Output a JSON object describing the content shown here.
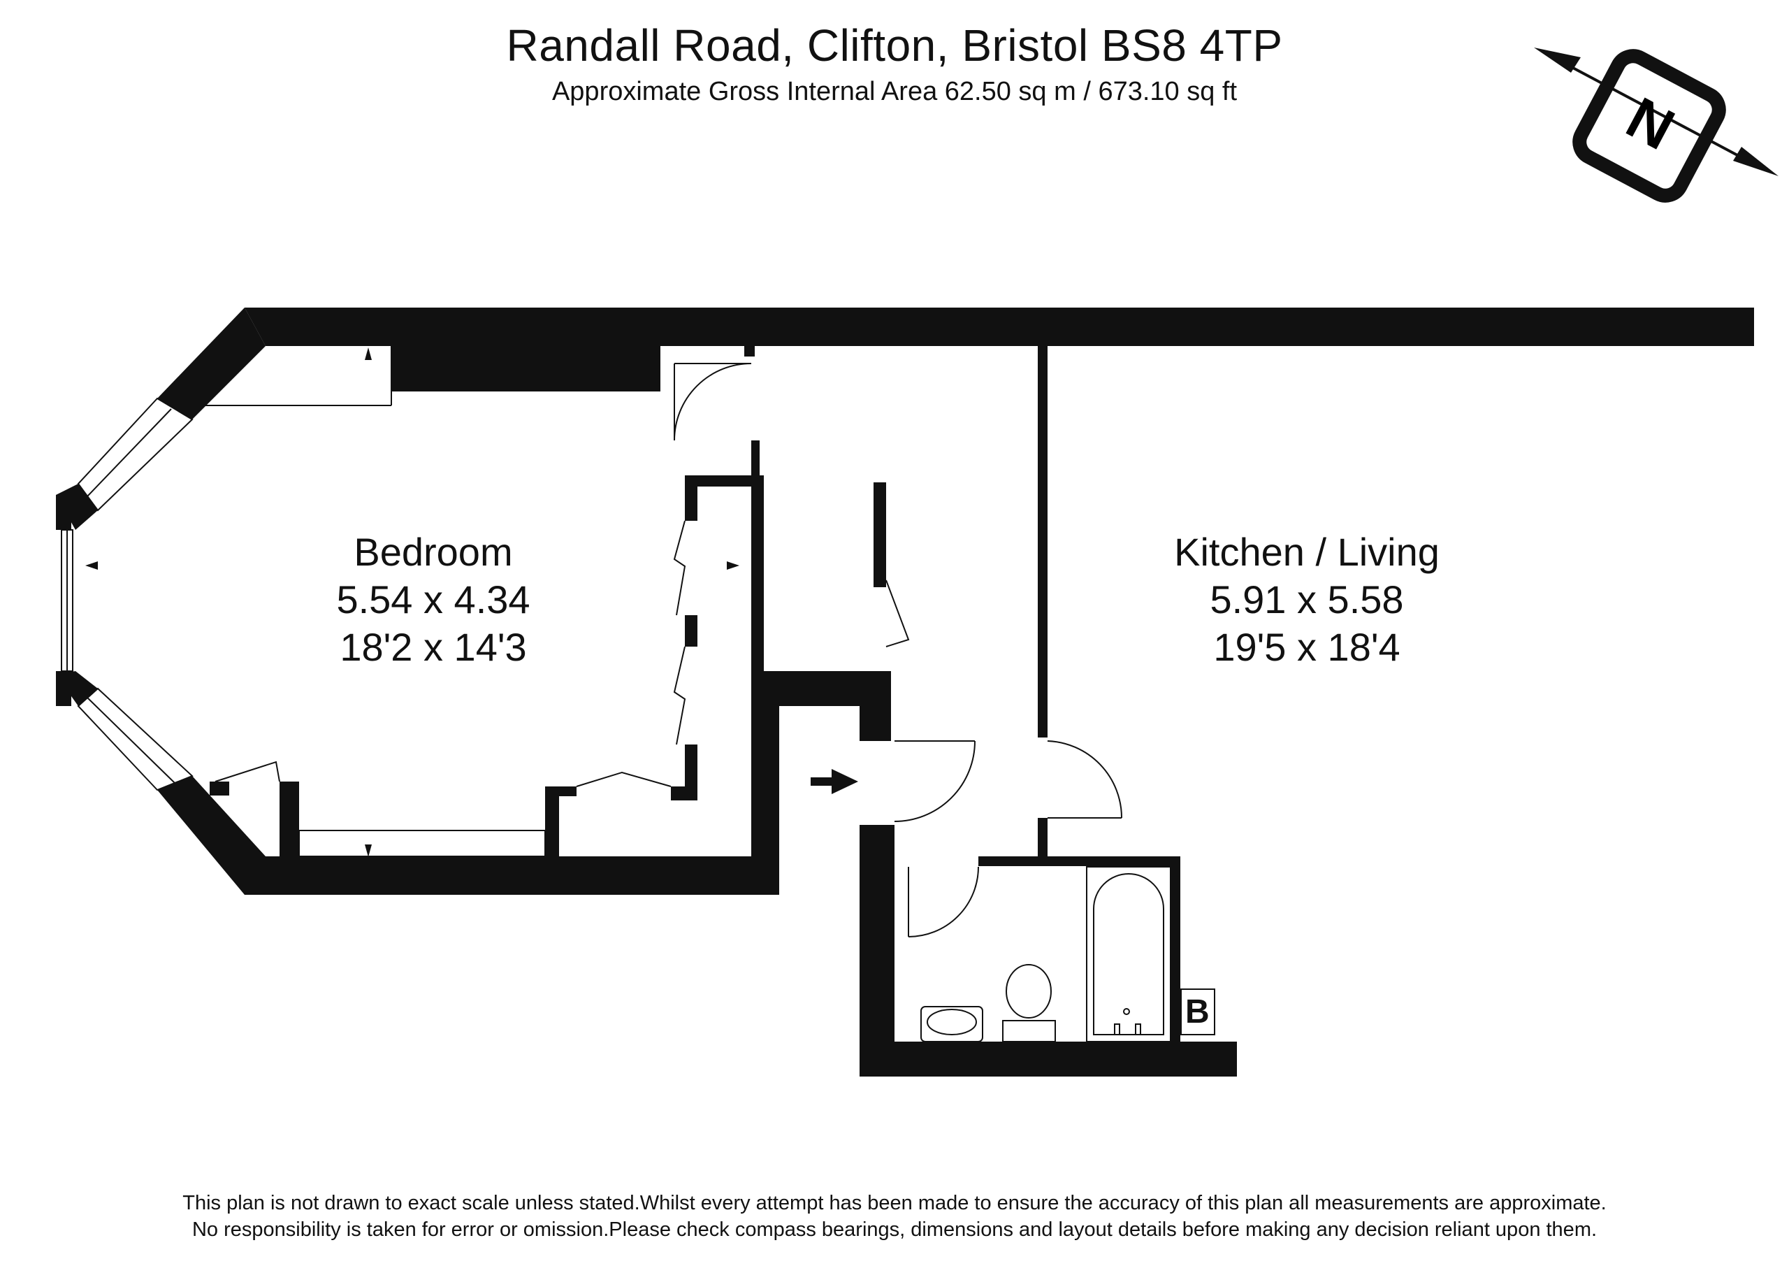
{
  "header": {
    "title": "Randall Road, Clifton, Bristol BS8 4TP",
    "subtitle": "Approximate Gross Internal Area 62.50 sq m / 673.10 sq ft"
  },
  "compass": {
    "letter": "N"
  },
  "rooms": [
    {
      "name": "Bedroom",
      "metric": "5.54 x 4.34",
      "imperial": "18'2 x 14'3"
    },
    {
      "name": "Kitchen / Living",
      "metric": "5.91 x 5.58",
      "imperial": "19'5 x 18'4"
    }
  ],
  "boiler_label": "B",
  "disclaimer": {
    "line1": "This plan is not drawn to exact scale unless stated.Whilst every attempt has been made to ensure the accuracy of this plan all measurements are approximate.",
    "line2": "No responsibility is taken for error or omission.Please check compass bearings, dimensions and layout details before making any decision reliant upon them."
  }
}
